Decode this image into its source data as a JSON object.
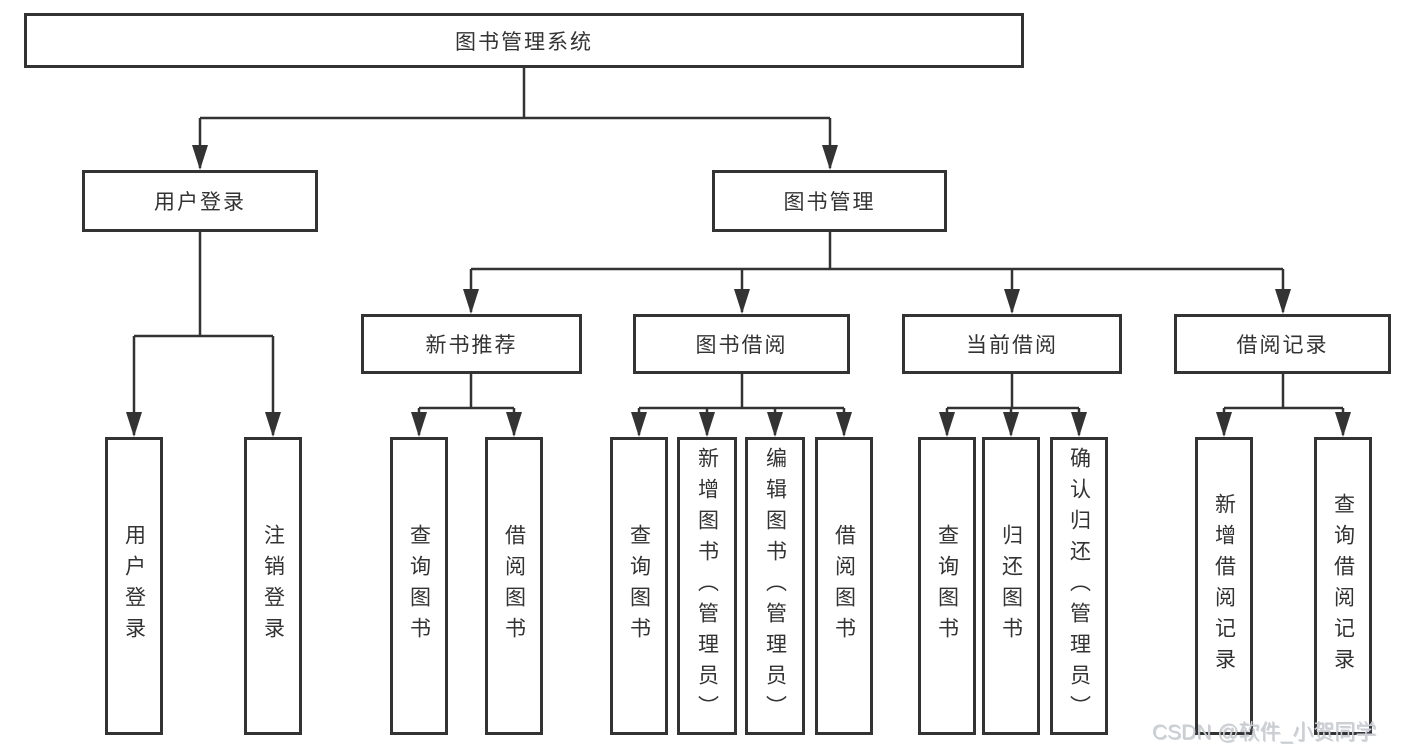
{
  "diagram": {
    "root_label": "图书管理系统",
    "branches": [
      {
        "label": "用户登录",
        "leaves": [
          "用户登录",
          "注销登录"
        ]
      },
      {
        "label": "图书管理",
        "groups": [
          {
            "label": "新书推荐",
            "leaves": [
              "查询图书",
              "借阅图书"
            ]
          },
          {
            "label": "图书借阅",
            "leaves": [
              "查询图书",
              "新增图书（管理员）",
              "编辑图书（管理员）",
              "借阅图书"
            ]
          },
          {
            "label": "当前借阅",
            "leaves": [
              "查询图书",
              "归还图书",
              "确认归还（管理员）"
            ]
          },
          {
            "label": "借阅记录",
            "leaves": [
              "新增借阅记录",
              "查询借阅记录"
            ]
          }
        ]
      }
    ]
  },
  "watermark": "CSDN @软件_小贺同学",
  "colors": {
    "line": "#333333",
    "box_border": "#333333",
    "text": "#333333",
    "background": "#ffffff",
    "watermark": "#c9ced4"
  }
}
